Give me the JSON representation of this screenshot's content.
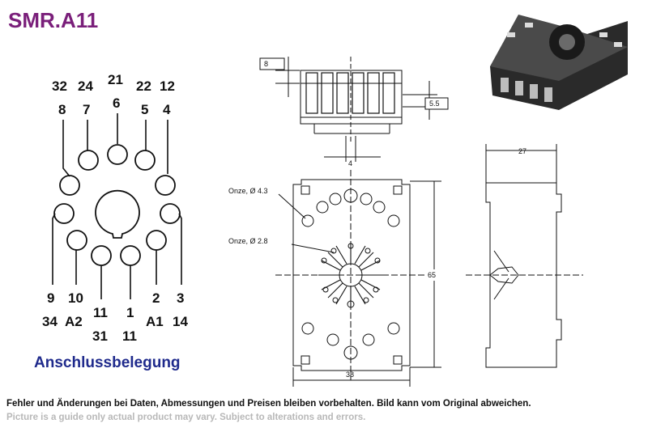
{
  "title": "SMR.A11",
  "subtitle": "Anschlussbelegung",
  "footer": {
    "de": "Fehler und Änderungen bei Daten, Abmessungen und Preisen bleiben vorbehalten. Bild kann vom Original abweichen.",
    "en": "Picture is a guide only actual product may vary. Subject to alterations and errors."
  },
  "pinout": {
    "top_pins": [
      {
        "socket": "32",
        "relay": "8"
      },
      {
        "socket": "24",
        "relay": "7"
      },
      {
        "socket": "21",
        "relay": "6"
      },
      {
        "socket": "22",
        "relay": "5"
      },
      {
        "socket": "12",
        "relay": "4"
      }
    ],
    "bottom_pins": [
      {
        "relay": "9",
        "socket": "34"
      },
      {
        "relay": "10",
        "socket": "A2"
      },
      {
        "relay": "11",
        "socket": "31"
      },
      {
        "relay": "1",
        "socket": "11"
      },
      {
        "relay": "2",
        "socket": "A1"
      },
      {
        "relay": "3",
        "socket": "14"
      }
    ]
  },
  "dimensions": {
    "d8": "8",
    "d55": "5.5",
    "d4": "4",
    "d27": "27",
    "d65": "65",
    "d38": "38",
    "hole_large": "Onze, Ø 4.3",
    "hole_small": "Onze, Ø 2.8"
  },
  "colors": {
    "title": "#7a1f7a",
    "subtitle": "#1f2a8c",
    "footer_en": "#b8b8b8"
  }
}
